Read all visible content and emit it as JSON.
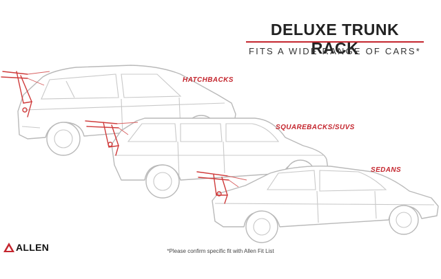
{
  "heading": {
    "title": "DELUXE TRUNK RACK",
    "subtitle": "FITS A WIDE RANGE OF CARS*"
  },
  "vehicles": [
    {
      "label": "HATCHBACKS"
    },
    {
      "label": "SQUAREBACKS/SUVS"
    },
    {
      "label": "SEDANS"
    }
  ],
  "brand": {
    "name": "ALLEN",
    "logo_icon": "allen-triangle-logo-icon"
  },
  "footnote": "*Please confirm specific fit with Allen Fit List",
  "colors": {
    "accent": "#c4262e",
    "outline": "#b9b9b9",
    "text": "#222222"
  }
}
